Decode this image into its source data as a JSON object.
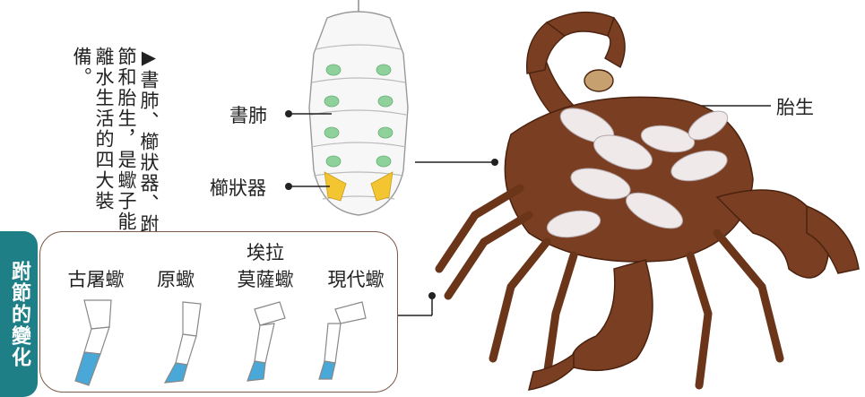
{
  "intro_text": "▶書肺、櫛狀器、跗節和胎生，是蠍子能離水生活的四大裝備。",
  "labels": {
    "book_lung": "書肺",
    "comb_organ": "櫛狀器",
    "viviparity": "胎生"
  },
  "tarsus_panel": {
    "title": "跗節的變化",
    "columns": [
      {
        "line1": "",
        "line2": "古屠蠍"
      },
      {
        "line1": "",
        "line2": "原蠍"
      },
      {
        "line1": "埃拉",
        "line2": "莫薩蠍"
      },
      {
        "line1": "",
        "line2": "現代蠍"
      }
    ]
  },
  "colors": {
    "panel_accent": "#1e7f86",
    "tarsus_highlight": "#4aa8d8",
    "lung_green": "#8fd19a",
    "comb_yellow": "#f2c531",
    "scorpion_brown": "#7a3f22",
    "baby_scorpion": "#efe9ea"
  }
}
